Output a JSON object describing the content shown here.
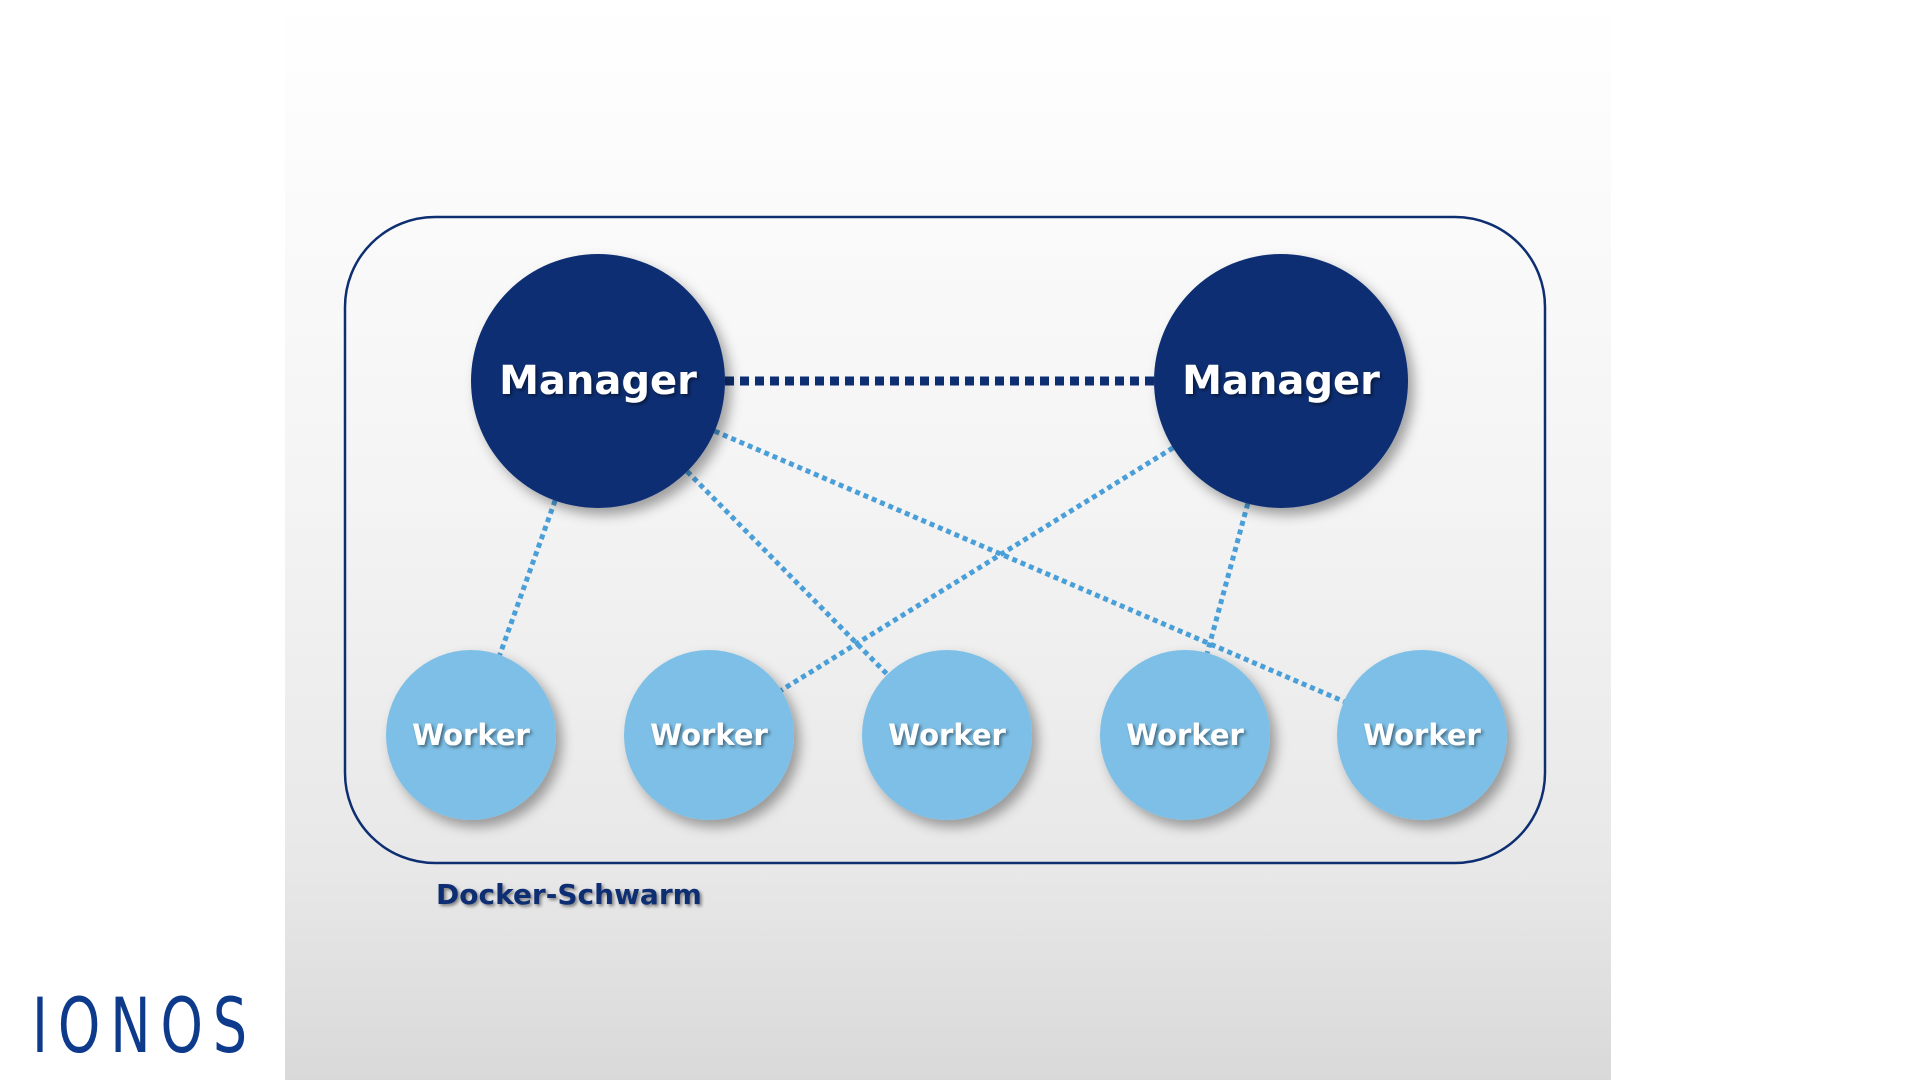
{
  "diagram": {
    "caption": "Docker-Schwarm",
    "managers": [
      {
        "id": "m1",
        "label": "Manager"
      },
      {
        "id": "m2",
        "label": "Manager"
      }
    ],
    "workers": [
      {
        "id": "w1",
        "label": "Worker"
      },
      {
        "id": "w2",
        "label": "Worker"
      },
      {
        "id": "w3",
        "label": "Worker"
      },
      {
        "id": "w4",
        "label": "Worker"
      },
      {
        "id": "w5",
        "label": "Worker"
      }
    ],
    "edges": [
      {
        "from": "m1",
        "to": "m2",
        "style": "manager-link"
      },
      {
        "from": "m1",
        "to": "w1",
        "style": "worker-link"
      },
      {
        "from": "m1",
        "to": "w3",
        "style": "worker-link"
      },
      {
        "from": "m1",
        "to": "w5",
        "style": "worker-link"
      },
      {
        "from": "m2",
        "to": "w2",
        "style": "worker-link"
      },
      {
        "from": "m2",
        "to": "w4",
        "style": "worker-link"
      }
    ],
    "colors": {
      "manager": "#0e2e72",
      "worker": "#7dbfe6",
      "manager_link": "#0e2e72",
      "worker_link": "#4a9fd8",
      "frame": "#0e2e72",
      "caption": "#0e2e72"
    }
  },
  "brand": {
    "logo_text": "IONOS",
    "color": "#0e3a8c"
  }
}
